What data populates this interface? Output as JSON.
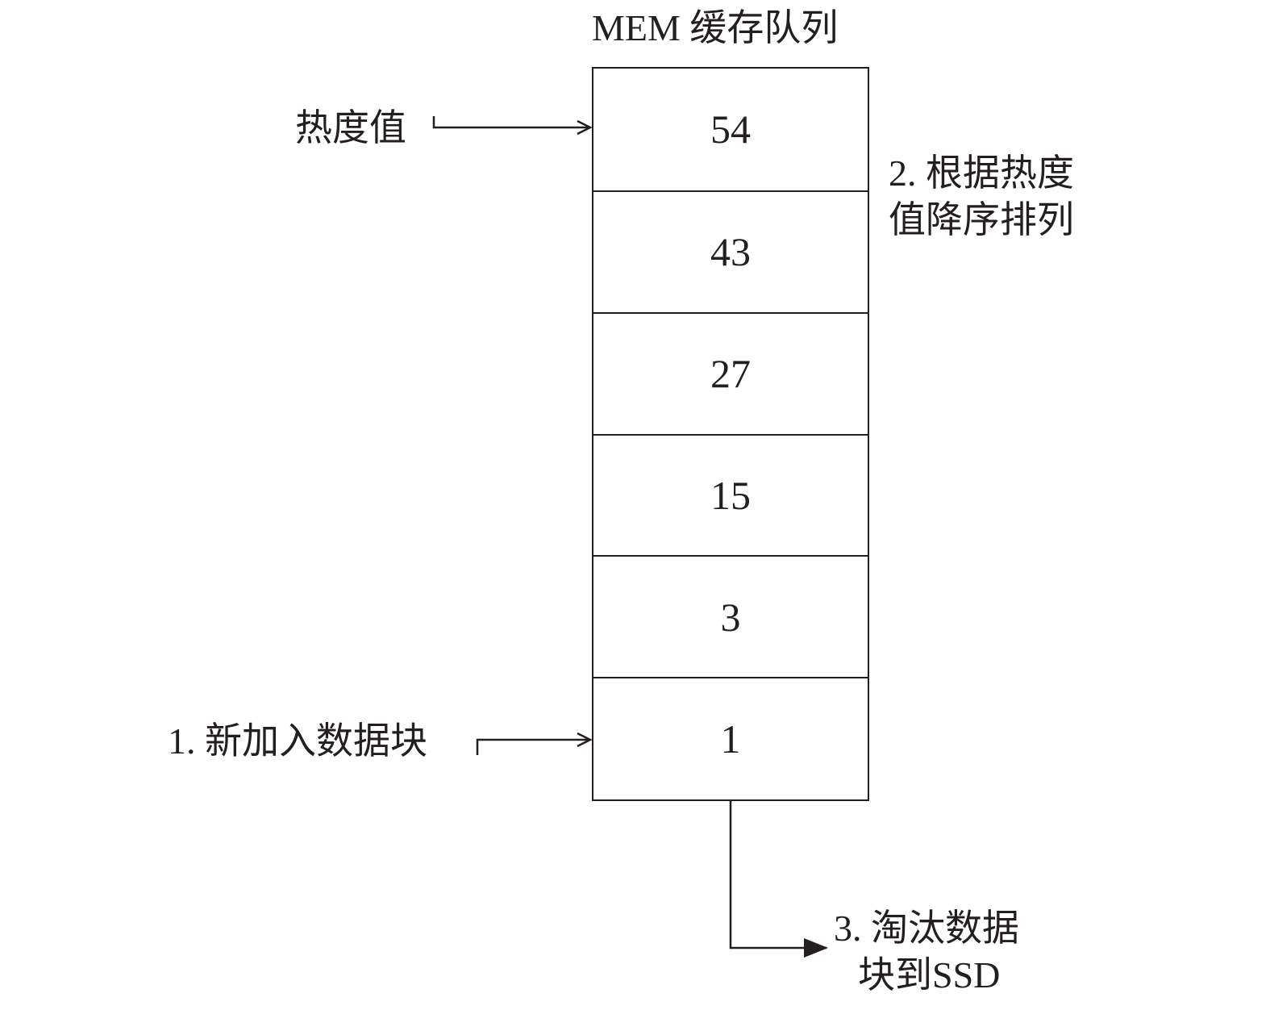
{
  "title": "MEM 缓存队列",
  "annotations": {
    "heat_value": "热度值",
    "sort_line1": "2. 根据热度",
    "sort_line2": "值降序排列",
    "new_block": "1. 新加入数据块",
    "evict_line1": "3. 淘汰数据",
    "evict_line2": "块到SSD"
  },
  "queue": {
    "values": [
      "54",
      "43",
      "27",
      "15",
      "3",
      "1"
    ]
  }
}
